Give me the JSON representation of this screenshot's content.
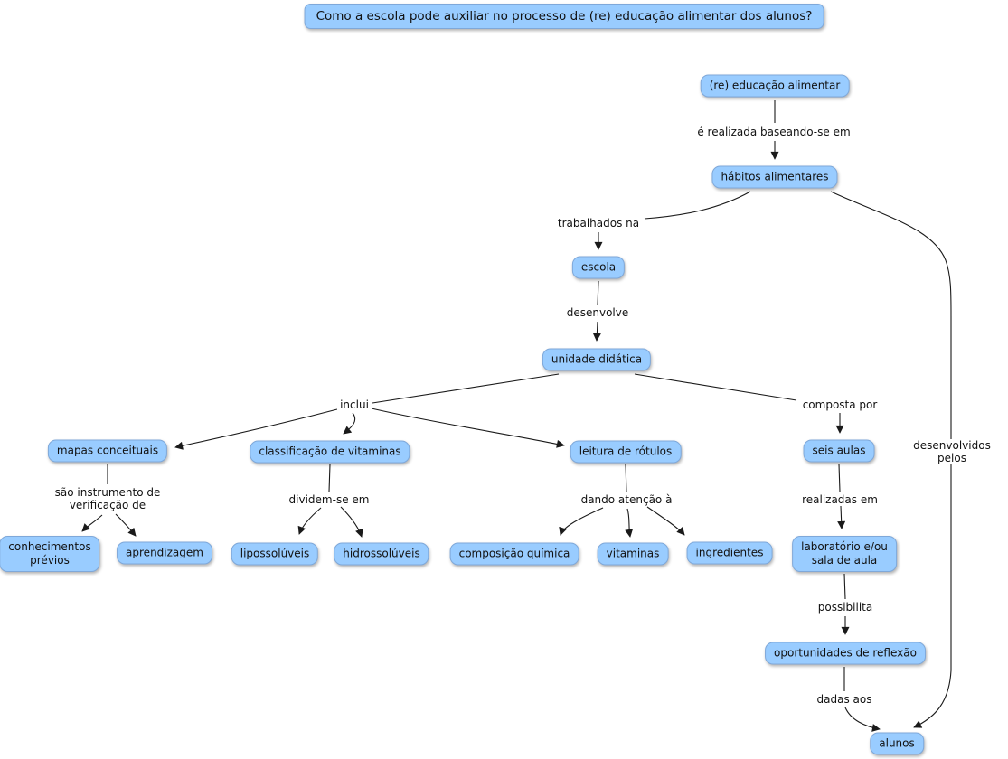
{
  "title": "Como a escola pode auxiliar no processo de (re) educação alimentar dos alunos?",
  "colors": {
    "node_fill": "#99CCFF",
    "node_border": "#7FA8D9",
    "line": "#1A1A1A",
    "text": "#111111",
    "background": "#FFFFFF"
  },
  "nodes": [
    {
      "id": "re-educacao-alimentar",
      "text": "(re) educação alimentar"
    },
    {
      "id": "habitos-alimentares",
      "text": "hábitos alimentares"
    },
    {
      "id": "escola",
      "text": "escola"
    },
    {
      "id": "unidade-didatica",
      "text": "unidade didática"
    },
    {
      "id": "mapas-conceituais",
      "text": "mapas conceituais"
    },
    {
      "id": "classificacao-de-vitaminas",
      "text": "classificação de vitaminas"
    },
    {
      "id": "leitura-de-rotulos",
      "text": "leitura de rótulos"
    },
    {
      "id": "seis-aulas",
      "text": "seis aulas"
    },
    {
      "id": "conhecimentos-previos",
      "text": "conhecimentos\nprévios"
    },
    {
      "id": "aprendizagem",
      "text": "aprendizagem"
    },
    {
      "id": "lipossoluveis",
      "text": "lipossolúveis"
    },
    {
      "id": "hidrossoluveis",
      "text": "hidrossolúveis"
    },
    {
      "id": "composicao-quimica",
      "text": "composição química"
    },
    {
      "id": "vitaminas",
      "text": "vitaminas"
    },
    {
      "id": "ingredientes",
      "text": "ingredientes"
    },
    {
      "id": "laboratorio",
      "text": "laboratório e/ou\nsala de aula"
    },
    {
      "id": "oportunidades-de-reflexao",
      "text": "oportunidades de reflexão"
    },
    {
      "id": "alunos",
      "text": "alunos"
    }
  ],
  "labels": [
    {
      "id": "e-realizada",
      "text": "é realizada baseando-se em"
    },
    {
      "id": "trabalhados-na",
      "text": "trabalhados na"
    },
    {
      "id": "desenvolve",
      "text": "desenvolve"
    },
    {
      "id": "inclui",
      "text": "inclui"
    },
    {
      "id": "composta-por",
      "text": "composta por"
    },
    {
      "id": "sao-instrumento",
      "text": "são instrumento de\nverificação de"
    },
    {
      "id": "dividem-se-em",
      "text": "dividem-se em"
    },
    {
      "id": "dando-atencao-a",
      "text": "dando atenção à"
    },
    {
      "id": "realizadas-em",
      "text": "realizadas em"
    },
    {
      "id": "desenvolvidos-pelos",
      "text": "desenvolvidos pelos"
    },
    {
      "id": "possibilita",
      "text": "possibilita"
    },
    {
      "id": "dadas-aos",
      "text": "dadas aos"
    }
  ],
  "edges": [
    {
      "from": "re-educacao-alimentar",
      "label": "é realizada baseando-se em",
      "to": "hábitos alimentares"
    },
    {
      "from": "habitos-alimentares",
      "label": "trabalhados na",
      "to": "escola"
    },
    {
      "from": "escola",
      "label": "desenvolve",
      "to": "unidade didática"
    },
    {
      "from": "unidade-didatica",
      "label": "inclui",
      "to": "mapas conceituais"
    },
    {
      "from": "unidade-didatica",
      "label": "inclui",
      "to": "classificação de vitaminas"
    },
    {
      "from": "unidade-didatica",
      "label": "inclui",
      "to": "leitura de rótulos"
    },
    {
      "from": "unidade-didatica",
      "label": "composta por",
      "to": "seis aulas"
    },
    {
      "from": "mapas-conceituais",
      "label": "são instrumento de verificação de",
      "to": "conhecimentos prévios"
    },
    {
      "from": "mapas-conceituais",
      "label": "são instrumento de verificação de",
      "to": "aprendizagem"
    },
    {
      "from": "classificacao-de-vitaminas",
      "label": "dividem-se em",
      "to": "lipossolúveis"
    },
    {
      "from": "classificacao-de-vitaminas",
      "label": "dividem-se em",
      "to": "hidrossolúveis"
    },
    {
      "from": "leitura-de-rotulos",
      "label": "dando atenção à",
      "to": "composição química"
    },
    {
      "from": "leitura-de-rotulos",
      "label": "dando atenção à",
      "to": "vitaminas"
    },
    {
      "from": "leitura-de-rotulos",
      "label": "dando atenção à",
      "to": "ingredientes"
    },
    {
      "from": "seis-aulas",
      "label": "realizadas em",
      "to": "laboratório e/ou sala de aula"
    },
    {
      "from": "laboratorio",
      "label": "possibilita",
      "to": "oportunidades de reflexão"
    },
    {
      "from": "oportunidades-de-reflexao",
      "label": "dadas aos",
      "to": "alunos"
    },
    {
      "from": "habitos-alimentares",
      "label": "desenvolvidos pelos",
      "to": "alunos"
    }
  ]
}
